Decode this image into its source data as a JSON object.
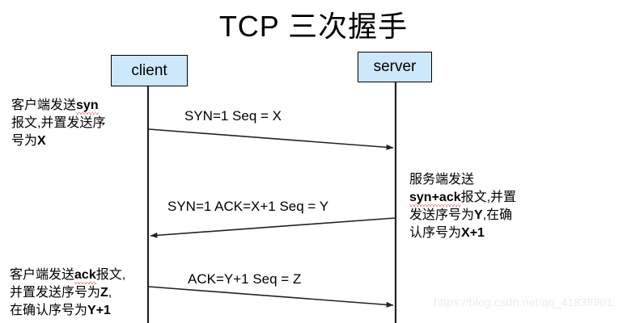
{
  "title": "TCP 三次握手",
  "nodes": {
    "client": "client",
    "server": "server"
  },
  "messages": [
    {
      "id": "msg-1",
      "label": "SYN=1  Seq = X",
      "direction": "client-to-server"
    },
    {
      "id": "msg-2",
      "label": "SYN=1  ACK=X+1 Seq = Y",
      "direction": "server-to-client"
    },
    {
      "id": "msg-3",
      "label": "ACK=Y+1 Seq = Z",
      "direction": "client-to-server"
    }
  ],
  "notes": {
    "client_syn": {
      "lines": [
        "客户端发送syn",
        "报文,并置发送序",
        "号为X"
      ],
      "line1_plain": "客户端发送",
      "line1_marked": "syn",
      "line3_plain": "号为",
      "line3_bold": "X"
    },
    "server_synack": {
      "lines": [
        "服务端发送",
        "syn+ack报文,并置",
        "发送序号为Y,在确",
        "认序号为X+1"
      ],
      "line1": "服务端发送",
      "line2_marked": "syn+ack",
      "line2_plain": "报文,并置",
      "line3_a": "发送序号为",
      "line3_bold": "Y",
      "line3_b": ",在确",
      "line4_a": "认序号为",
      "line4_bold": "X+1"
    },
    "client_ack": {
      "lines": [
        "客户端发送ack报文,",
        "并置发送序号为Z,",
        "在确认序号为Y+1"
      ],
      "line1_plain": "客户端发送",
      "line1_marked": "ack",
      "line1_tail": "报文,",
      "line2_a": "并置发送序号为",
      "line2_bold": "Z",
      "line2_b": ",",
      "line3_a": "在确认序号为",
      "line3_bold": "Y+1"
    }
  },
  "watermark": "https://blog.csdn.net/qq_41838901",
  "colors": {
    "node_fill": "#cce8fa",
    "node_border": "#000000",
    "line": "#222222",
    "spellcheck": "#e03a3a",
    "watermark": "#ececec"
  }
}
